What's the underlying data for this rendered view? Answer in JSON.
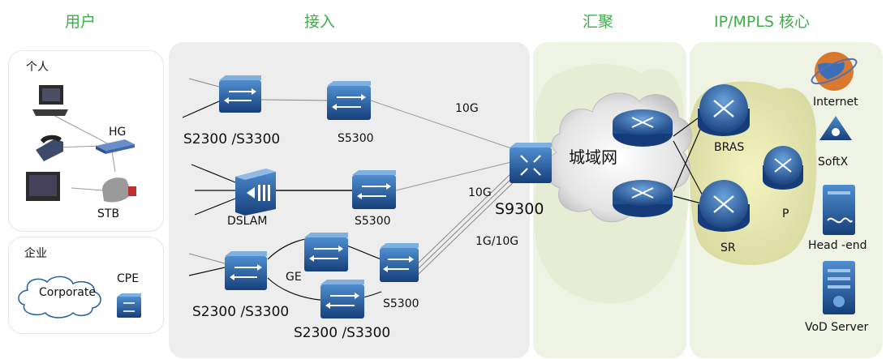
{
  "headers": {
    "user": "用户",
    "access": "接入",
    "aggregation": "汇聚",
    "core": "IP/MPLS 核心"
  },
  "user": {
    "personal": "个人",
    "hg": "HG",
    "stb": "STB",
    "enterprise": "企业",
    "corporate": "Corporate",
    "cpe": "CPE"
  },
  "access": {
    "s2300_top": "S2300 /S3300",
    "s5300_top": "S5300",
    "dslam": "DSLAM",
    "s5300_mid": "S5300",
    "ge": "GE",
    "s2300_bot_left": "S2300 /S3300",
    "s5300_bot": "S5300",
    "s2300_bot_mid": "S2300 /S3300"
  },
  "links": {
    "l1": "10G",
    "l2": "10G",
    "l3": "1G/10G"
  },
  "aggregation": {
    "s9300": "S9300",
    "metro": "城域网"
  },
  "core": {
    "bras": "BRAS",
    "sr": "SR",
    "p": "P",
    "internet": "Internet",
    "softx": "SoftX",
    "headend": "Head -end",
    "vod": "VoD Server"
  },
  "colors": {
    "header_green": "#3fae49",
    "device_blue": "#1f5fa6",
    "panel_gray": "#ededed",
    "cloud_yellow": "#eef0c8"
  }
}
